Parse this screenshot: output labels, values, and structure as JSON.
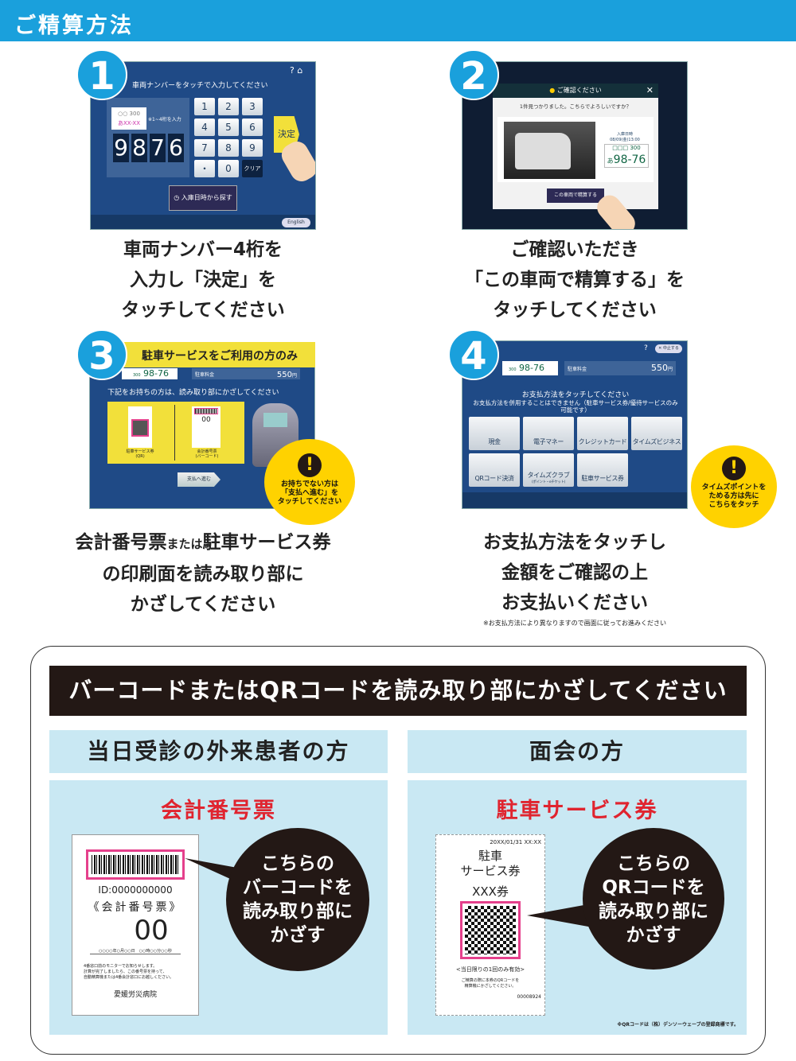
{
  "header": {
    "title": "ご精算方法"
  },
  "steps": [
    {
      "number": "1",
      "caption": [
        "車両ナンバー4桁を",
        "入力し「決定」を",
        "タッチしてください"
      ],
      "screen": {
        "title": "車両ナンバーをタッチで入力してください",
        "plate_hint": "※1~4桁を入力",
        "plate_sample": "あXX-XX",
        "plate_small": "○○ 300",
        "digits": [
          "9",
          "8",
          "7",
          "6"
        ],
        "keys": [
          "1",
          "2",
          "3",
          "4",
          "5",
          "6",
          "7",
          "8",
          "9",
          "・",
          "0",
          "クリア"
        ],
        "confirm": "決定",
        "search_btn": "入庫日時から探す",
        "english": "English"
      }
    },
    {
      "number": "2",
      "caption": [
        "ご確認いただき",
        "「この車両で精算する」を",
        "タッチしてください"
      ],
      "screen": {
        "dialog_title": "ご確認ください",
        "message": "1件見つかりました。こちらでよろしいですか？",
        "entry_label": "入庫日時",
        "entry_time": "08/09(金)13:00",
        "plate_top": "□□□ 300",
        "plate_kana": "あ",
        "plate_num": "98-76",
        "button": "この車両で精算する"
      }
    },
    {
      "number": "3",
      "caption": [
        "会計番号票",
        "または",
        "駐車サービス券",
        "の印刷面を読み取り部に",
        "かざしてください"
      ],
      "screen": {
        "banner": "駐車サービスをご利用の方のみ",
        "plate": "98-76",
        "plate_small": "300",
        "fee_label": "駐車料金",
        "fee": "550",
        "yen": "円",
        "instruction": "下記をお持ちの方は、読み取り部にかざしてください",
        "ticket_qr": [
          "駐車サービス券",
          "(QR)"
        ],
        "ticket_bar": [
          "会計番号票",
          "(バーコード)"
        ],
        "pay_btn": "支払へ進む",
        "bubble": [
          "お持ちでない方は",
          "「支払へ進む」を",
          "タッチしてください"
        ]
      }
    },
    {
      "number": "4",
      "caption": [
        "お支払方法をタッチし",
        "金額をご確認の上",
        "お支払いください"
      ],
      "note": "※お支払方法により異なりますので画面に従ってお進みください",
      "screen": {
        "cancel": "中止する",
        "plate": "98-76",
        "plate_small": "300",
        "fee_label": "駐車料金",
        "fee": "550",
        "yen": "円",
        "title": "お支払方法をタッチしてください",
        "subtitle": "お支払方法を併用することはできません（駐車サービス券/優待サービスのみ可能です）",
        "methods": [
          "現金",
          "電子マネー",
          "クレジットカード",
          "タイムズビジネス",
          "QRコード決済",
          "タイムズクラブ",
          "駐車サービス券"
        ],
        "club_sub": "(ポイント・eチケット)",
        "bubble": [
          "タイムズポイントを",
          "ためる方は先に",
          "こちらをタッチ"
        ]
      }
    }
  ],
  "bottom": {
    "banner": "バーコードまたはQRコードを読み取り部にかざしてください",
    "left": {
      "heading": "当日受診の外来患者の方",
      "ticket_name": "会計番号票",
      "ticket": {
        "id": "ID:0000000000",
        "title": "《会計番号票》",
        "number": "00",
        "date": "○○○○年○月○○日　○○時○○分○○秒",
        "notes": [
          "4番窓口前のモニターでお知らせします。",
          "計算が完了しましたら、この番号票を持って、",
          "自動精算機または4番会計窓口にお越しください。"
        ],
        "hospital": "愛媛労災病院"
      },
      "bubble": [
        "こちらの",
        "バーコードを",
        "読み取り部に",
        "かざす"
      ]
    },
    "right": {
      "heading": "面会の方",
      "ticket_name": "駐車サービス券",
      "ticket": {
        "date": "20XX/01/31 XX:XX",
        "title": [
          "駐車",
          "サービス券"
        ],
        "type": "XXX券",
        "valid": "<当日限りの1回のみ有効>",
        "notes": [
          "ご精算の際に本券のQRコードを",
          "精算機にかざしてください。"
        ],
        "serial": "00008924"
      },
      "bubble": [
        "こちらの",
        "QRコードを",
        "読み取り部に",
        "かざす"
      ]
    },
    "footnote": "※QRコードは（株）デンソーウェーブの登録商標です。"
  }
}
